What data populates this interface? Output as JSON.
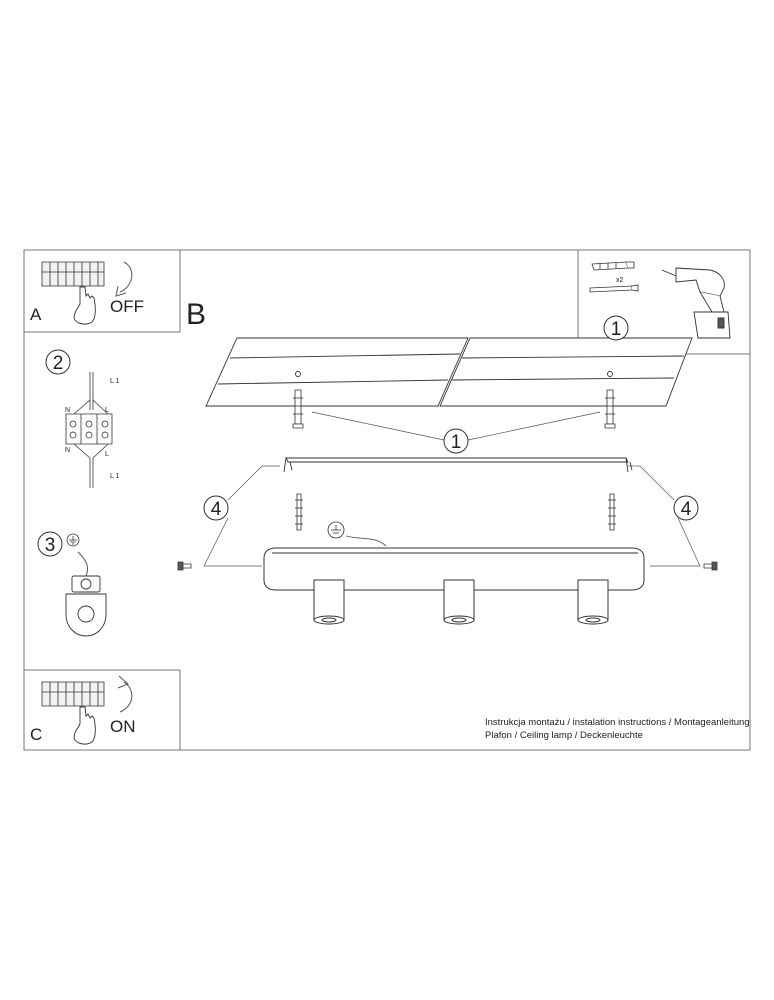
{
  "panels": {
    "a": {
      "letter": "A",
      "action": "OFF"
    },
    "b": {
      "letter": "B"
    },
    "c": {
      "letter": "C",
      "action": "ON"
    }
  },
  "steps": {
    "tools_step": "1",
    "mount_step": "1",
    "wiring_step": "2",
    "earth_step": "3",
    "screw_step_left": "4",
    "screw_step_right": "4"
  },
  "tools": {
    "anchor_qty": "x2"
  },
  "wiring_labels": {
    "l1_top": "L 1",
    "n_top": "N",
    "l_top": "L",
    "n_bottom": "N",
    "l_bottom": "L",
    "l1_bottom": "L 1"
  },
  "footer": {
    "line1": "Instrukcja montażu / instalation instructions / Montageanleitung",
    "line2": "Plafon / Ceiling lamp / Deckenleuchte"
  },
  "icons": [
    "terminal-block-icon",
    "hand-icon",
    "curved-arrow-icon",
    "drill-icon",
    "wall-anchor-icon",
    "screw-icon",
    "ground-symbol-icon",
    "ceiling-lamp-icon"
  ]
}
